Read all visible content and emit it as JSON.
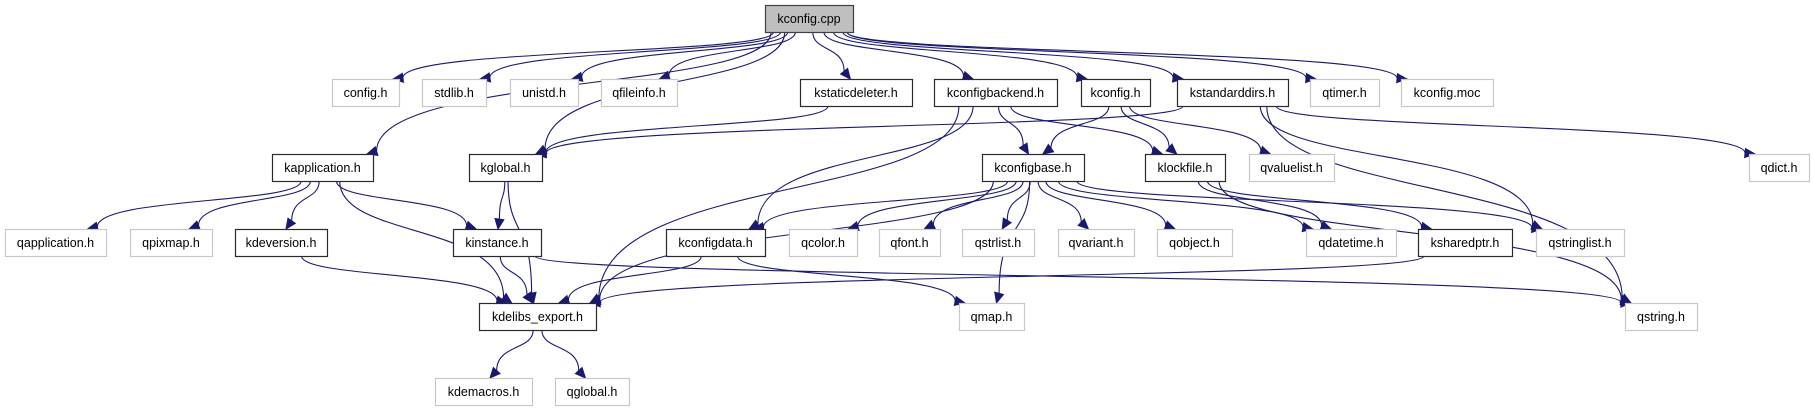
{
  "title": "kconfig.cpp include dependency graph",
  "colors": {
    "edge": "#191970",
    "root_fill": "#bfbfbf",
    "documented_border": "#2a2a2a",
    "external_border": "#c8c8c8"
  },
  "nodes": [
    {
      "id": "kconfig_cpp",
      "label": "kconfig.cpp",
      "kind": "root"
    },
    {
      "id": "config_h",
      "label": "config.h",
      "kind": "external"
    },
    {
      "id": "stdlib_h",
      "label": "stdlib.h",
      "kind": "external"
    },
    {
      "id": "unistd_h",
      "label": "unistd.h",
      "kind": "external"
    },
    {
      "id": "qfileinfo_h",
      "label": "qfileinfo.h",
      "kind": "external"
    },
    {
      "id": "kstaticdeleter_h",
      "label": "kstaticdeleter.h",
      "kind": "documented"
    },
    {
      "id": "kconfigbackend_h",
      "label": "kconfigbackend.h",
      "kind": "documented"
    },
    {
      "id": "kconfig_h",
      "label": "kconfig.h",
      "kind": "documented"
    },
    {
      "id": "kstandarddirs_h",
      "label": "kstandarddirs.h",
      "kind": "documented"
    },
    {
      "id": "qtimer_h",
      "label": "qtimer.h",
      "kind": "external"
    },
    {
      "id": "kconfig_moc",
      "label": "kconfig.moc",
      "kind": "external"
    },
    {
      "id": "kapplication_h",
      "label": "kapplication.h",
      "kind": "documented"
    },
    {
      "id": "kglobal_h",
      "label": "kglobal.h",
      "kind": "documented"
    },
    {
      "id": "kconfigbase_h",
      "label": "kconfigbase.h",
      "kind": "documented"
    },
    {
      "id": "klockfile_h",
      "label": "klockfile.h",
      "kind": "documented"
    },
    {
      "id": "qvaluelist_h",
      "label": "qvaluelist.h",
      "kind": "external"
    },
    {
      "id": "qdict_h",
      "label": "qdict.h",
      "kind": "external"
    },
    {
      "id": "qapplication_h",
      "label": "qapplication.h",
      "kind": "external"
    },
    {
      "id": "qpixmap_h",
      "label": "qpixmap.h",
      "kind": "external"
    },
    {
      "id": "kdeversion_h",
      "label": "kdeversion.h",
      "kind": "documented"
    },
    {
      "id": "kinstance_h",
      "label": "kinstance.h",
      "kind": "documented"
    },
    {
      "id": "kconfigdata_h",
      "label": "kconfigdata.h",
      "kind": "documented"
    },
    {
      "id": "qcolor_h",
      "label": "qcolor.h",
      "kind": "external"
    },
    {
      "id": "qfont_h",
      "label": "qfont.h",
      "kind": "external"
    },
    {
      "id": "qstrlist_h",
      "label": "qstrlist.h",
      "kind": "external"
    },
    {
      "id": "qvariant_h",
      "label": "qvariant.h",
      "kind": "external"
    },
    {
      "id": "qobject_h",
      "label": "qobject.h",
      "kind": "external"
    },
    {
      "id": "qdatetime_h",
      "label": "qdatetime.h",
      "kind": "external"
    },
    {
      "id": "ksharedptr_h",
      "label": "ksharedptr.h",
      "kind": "documented"
    },
    {
      "id": "qstringlist_h",
      "label": "qstringlist.h",
      "kind": "external"
    },
    {
      "id": "kdelibs_export_h",
      "label": "kdelibs_export.h",
      "kind": "documented"
    },
    {
      "id": "qmap_h",
      "label": "qmap.h",
      "kind": "external"
    },
    {
      "id": "qstring_h",
      "label": "qstring.h",
      "kind": "external"
    },
    {
      "id": "kdemacros_h",
      "label": "kdemacros.h",
      "kind": "external"
    },
    {
      "id": "qglobal_h",
      "label": "qglobal.h",
      "kind": "external"
    }
  ],
  "edges": [
    [
      "kconfig_cpp",
      "config_h"
    ],
    [
      "kconfig_cpp",
      "stdlib_h"
    ],
    [
      "kconfig_cpp",
      "unistd_h"
    ],
    [
      "kconfig_cpp",
      "qfileinfo_h"
    ],
    [
      "kconfig_cpp",
      "kapplication_h"
    ],
    [
      "kconfig_cpp",
      "kglobal_h"
    ],
    [
      "kconfig_cpp",
      "kstaticdeleter_h"
    ],
    [
      "kconfig_cpp",
      "kconfigbackend_h"
    ],
    [
      "kconfig_cpp",
      "kconfig_h"
    ],
    [
      "kconfig_cpp",
      "kstandarddirs_h"
    ],
    [
      "kconfig_cpp",
      "qtimer_h"
    ],
    [
      "kconfig_cpp",
      "kconfig_moc"
    ],
    [
      "kstaticdeleter_h",
      "kglobal_h"
    ],
    [
      "kconfigbackend_h",
      "kconfigbase_h"
    ],
    [
      "kconfigbackend_h",
      "klockfile_h"
    ],
    [
      "kconfigbackend_h",
      "kconfigdata_h"
    ],
    [
      "kconfigbackend_h",
      "kdelibs_export_h"
    ],
    [
      "kconfig_h",
      "kconfigbase_h"
    ],
    [
      "kconfig_h",
      "klockfile_h"
    ],
    [
      "kconfig_h",
      "qvaluelist_h"
    ],
    [
      "kstandarddirs_h",
      "kglobal_h"
    ],
    [
      "kstandarddirs_h",
      "qstringlist_h"
    ],
    [
      "kstandarddirs_h",
      "qstring_h"
    ],
    [
      "kstandarddirs_h",
      "qdict_h"
    ],
    [
      "kapplication_h",
      "qapplication_h"
    ],
    [
      "kapplication_h",
      "qpixmap_h"
    ],
    [
      "kapplication_h",
      "kdeversion_h"
    ],
    [
      "kapplication_h",
      "kinstance_h"
    ],
    [
      "kapplication_h",
      "kdelibs_export_h"
    ],
    [
      "kglobal_h",
      "kinstance_h"
    ],
    [
      "kglobal_h",
      "kdelibs_export_h"
    ],
    [
      "kconfigbase_h",
      "kconfigdata_h"
    ],
    [
      "kconfigbase_h",
      "qcolor_h"
    ],
    [
      "kconfigbase_h",
      "qfont_h"
    ],
    [
      "kconfigbase_h",
      "qstrlist_h"
    ],
    [
      "kconfigbase_h",
      "qvariant_h"
    ],
    [
      "kconfigbase_h",
      "qobject_h"
    ],
    [
      "kconfigbase_h",
      "qdatetime_h"
    ],
    [
      "kconfigbase_h",
      "qstringlist_h"
    ],
    [
      "kconfigbase_h",
      "qmap_h"
    ],
    [
      "kconfigbase_h",
      "kdelibs_export_h"
    ],
    [
      "klockfile_h",
      "qdatetime_h"
    ],
    [
      "klockfile_h",
      "ksharedptr_h"
    ],
    [
      "klockfile_h",
      "qstring_h"
    ],
    [
      "kdeversion_h",
      "kdelibs_export_h"
    ],
    [
      "kinstance_h",
      "kdelibs_export_h"
    ],
    [
      "kinstance_h",
      "qstring_h"
    ],
    [
      "kconfigdata_h",
      "kdelibs_export_h"
    ],
    [
      "kconfigdata_h",
      "qmap_h"
    ],
    [
      "ksharedptr_h",
      "kdelibs_export_h"
    ],
    [
      "kdelibs_export_h",
      "kdemacros_h"
    ],
    [
      "kdelibs_export_h",
      "qglobal_h"
    ]
  ]
}
